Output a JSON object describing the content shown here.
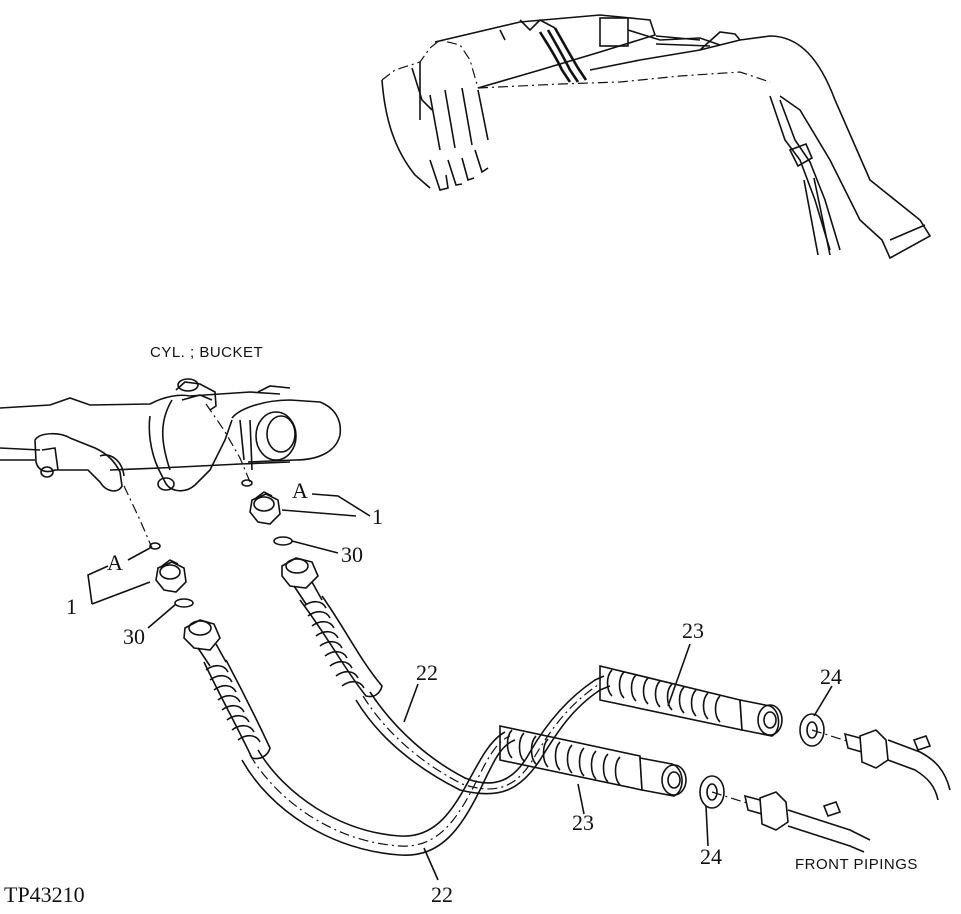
{
  "figure_id": "TP43210",
  "labels": {
    "cylinder": "CYL. ; BUCKET",
    "front_pipings": "FRONT PIPINGS",
    "port_a_upper": "A",
    "port_a_lower": "A",
    "fitting_upper": "1",
    "fitting_lower": "1",
    "oring_upper": "30",
    "oring_lower": "30",
    "hose_upper": "22",
    "hose_lower": "22",
    "hose_end_upper": "23",
    "hose_end_lower": "23",
    "washer_upper": "24",
    "washer_lower": "24"
  }
}
